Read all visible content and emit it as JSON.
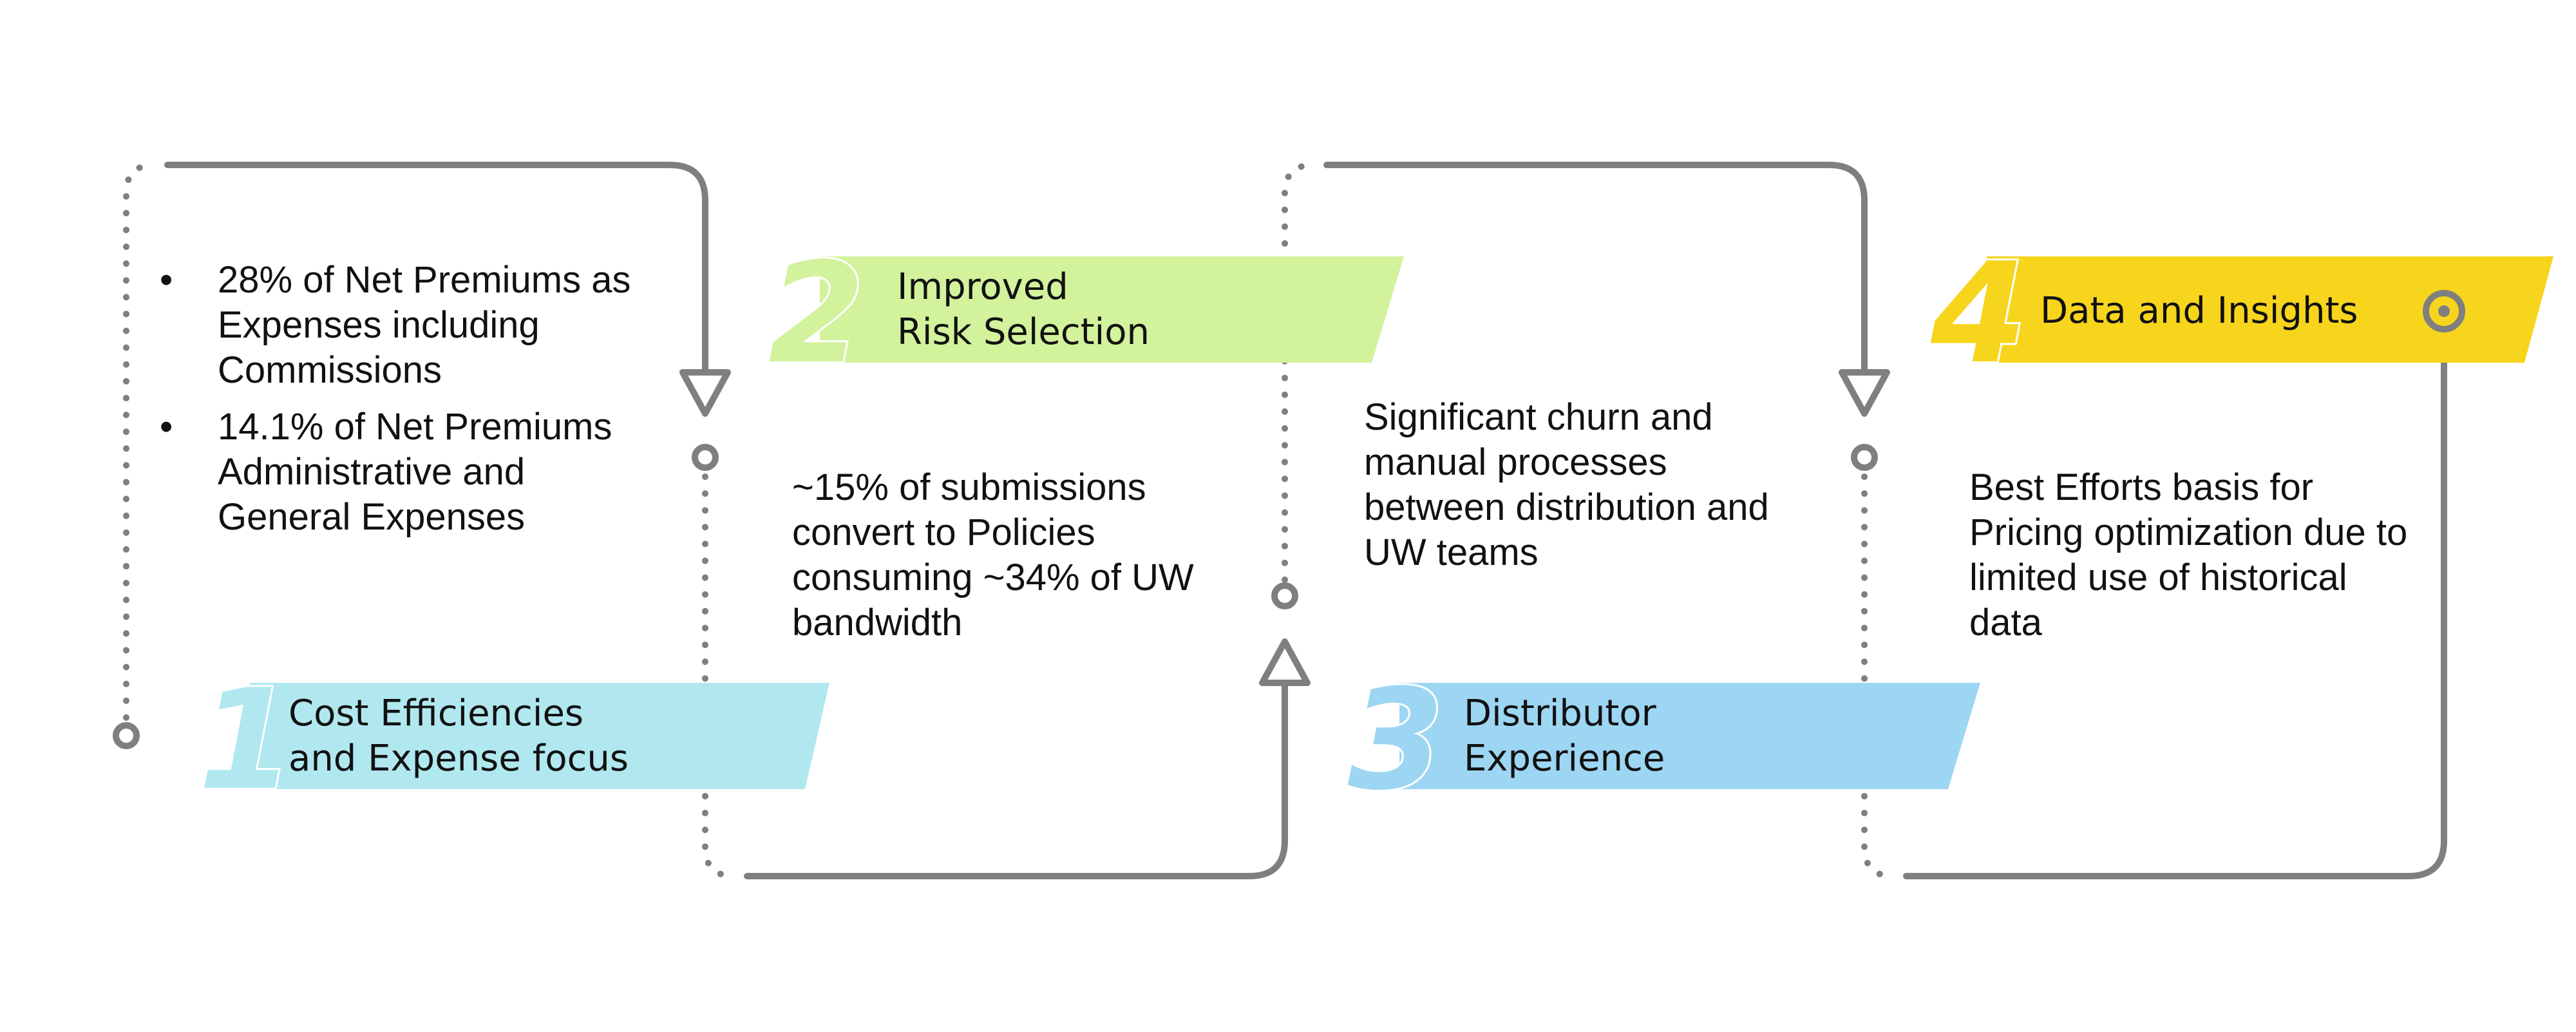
{
  "steps": [
    {
      "number": "1",
      "label": "Cost Efficiencies\nand Expense focus",
      "color": "#b1e8ef",
      "number_color": "#b1e8ef"
    },
    {
      "number": "2",
      "label": "Improved\nRisk Selection",
      "color": "#d2f29c",
      "number_color": "#d2f29c"
    },
    {
      "number": "3",
      "label": "Distributor\nExperience",
      "color": "#9dd6f3",
      "number_color": "#9dd6f3"
    },
    {
      "number": "4",
      "label": "Data and Insights",
      "color": "#f7d51d",
      "number_color": "#f7d51d"
    }
  ],
  "step1_bullets": [
    "28% of Net Premiums as\nExpenses including\nCommissions",
    "14.1% of Net Premiums\nAdministrative and\nGeneral Expenses"
  ],
  "step2_text": "~15% of submissions\nconvert to Policies\nconsuming ~34% of UW\nbandwidth",
  "step3_text": "Significant churn and\nmanual processes\nbetween distribution and\nUW teams",
  "step4_text": "Best Efforts basis for\nPricing optimization due to\nlimited use of historical\ndata",
  "colors": {
    "connector": "#7f7f7f"
  }
}
